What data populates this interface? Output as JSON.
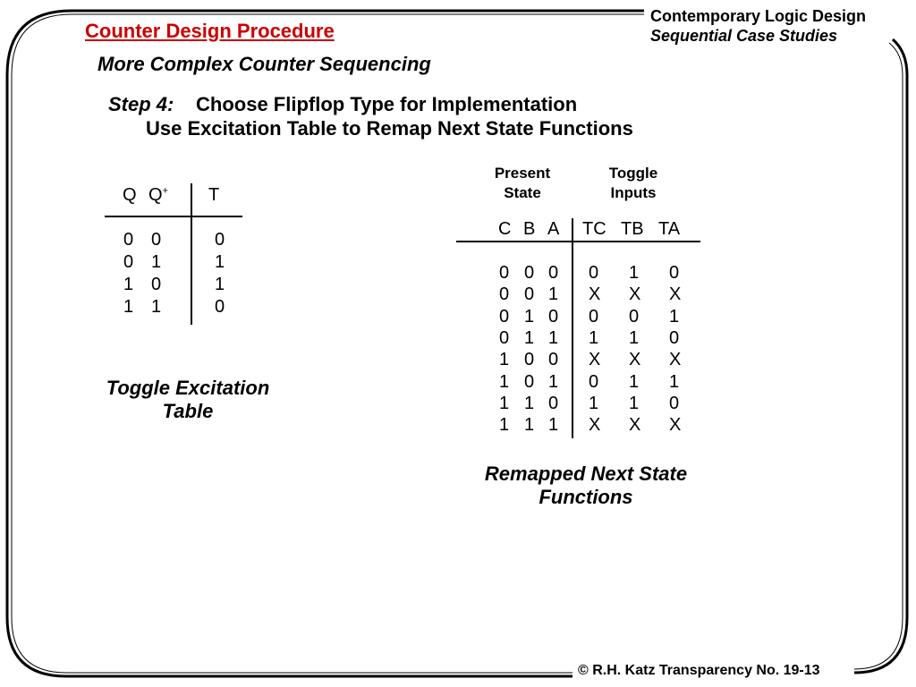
{
  "header": {
    "title": "Counter Design Procedure",
    "corner_title": "Contemporary Logic Design",
    "corner_subtitle": "Sequential Case Studies"
  },
  "slide": {
    "subtitle": "More Complex Counter Sequencing",
    "step_label": "Step 4:",
    "step_line1": "Choose Flipflop Type for Implementation",
    "step_line2": "Use Excitation Table to Remap Next State Functions"
  },
  "toggle_table": {
    "header_q": "Q",
    "header_qplus": "Q",
    "header_qplus_sup": "+",
    "header_t": "T",
    "rows": [
      {
        "q": "0",
        "qp": "0",
        "t": "0"
      },
      {
        "q": "0",
        "qp": "1",
        "t": "1"
      },
      {
        "q": "1",
        "qp": "0",
        "t": "1"
      },
      {
        "q": "1",
        "qp": "1",
        "t": "0"
      }
    ],
    "caption_line1": "Toggle Excitation",
    "caption_line2": "Table"
  },
  "remap_table": {
    "group_present_line1": "Present",
    "group_present_line2": "State",
    "group_toggle_line1": "Toggle",
    "group_toggle_line2": "Inputs",
    "col_c": "C",
    "col_b": "B",
    "col_a": "A",
    "col_tc": "TC",
    "col_tb": "TB",
    "col_ta": "TA",
    "rows": [
      {
        "c": "0",
        "b": "0",
        "a": "0",
        "tc": "0",
        "tb": "1",
        "ta": "0"
      },
      {
        "c": "0",
        "b": "0",
        "a": "1",
        "tc": "X",
        "tb": "X",
        "ta": "X"
      },
      {
        "c": "0",
        "b": "1",
        "a": "0",
        "tc": "0",
        "tb": "0",
        "ta": "1"
      },
      {
        "c": "0",
        "b": "1",
        "a": "1",
        "tc": "1",
        "tb": "1",
        "ta": "0"
      },
      {
        "c": "1",
        "b": "0",
        "a": "0",
        "tc": "X",
        "tb": "X",
        "ta": "X"
      },
      {
        "c": "1",
        "b": "0",
        "a": "1",
        "tc": "0",
        "tb": "1",
        "ta": "1"
      },
      {
        "c": "1",
        "b": "1",
        "a": "0",
        "tc": "1",
        "tb": "1",
        "ta": "0"
      },
      {
        "c": "1",
        "b": "1",
        "a": "1",
        "tc": "X",
        "tb": "X",
        "ta": "X"
      }
    ],
    "caption_line1": "Remapped Next State",
    "caption_line2": "Functions"
  },
  "footer": {
    "text": "© R.H. Katz   Transparency No. 19-13"
  }
}
